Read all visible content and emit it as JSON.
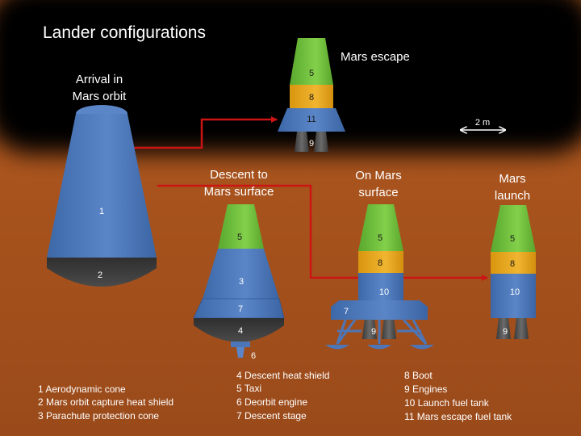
{
  "title": "Lander configurations",
  "stages": {
    "arrival": [
      "Arrival in",
      "Mars orbit"
    ],
    "escape": [
      "Mars escape"
    ],
    "descent": [
      "Descent to",
      "Mars surface"
    ],
    "surface": [
      "On Mars",
      "surface"
    ],
    "launch": [
      "Mars",
      "launch"
    ]
  },
  "scale_label": "2 m",
  "component_numbers": [
    "1",
    "2",
    "3",
    "4",
    "5",
    "6",
    "7",
    "8",
    "9",
    "10",
    "11"
  ],
  "legend": {
    "col1": [
      "1 Aerodynamic cone",
      "2 Mars orbit capture heat shield",
      "3 Parachute protection cone"
    ],
    "col2": [
      "4 Descent heat shield",
      "5 Taxi",
      "6 Deorbit engine",
      "7 Descent stage"
    ],
    "col3": [
      "8 Boot",
      "9 Engines",
      "10 Launch fuel tank",
      "11 Mars escape fuel tank"
    ]
  },
  "colors": {
    "background_mars": "#a5521e",
    "background_space": "#000000",
    "structure_blue": "#4d76b8",
    "taxi_green": "#6fbf3c",
    "boot_gold": "#e6a619",
    "heat_shield_dark": "#3a3a3a",
    "flow_arrow": "#cc1414"
  }
}
